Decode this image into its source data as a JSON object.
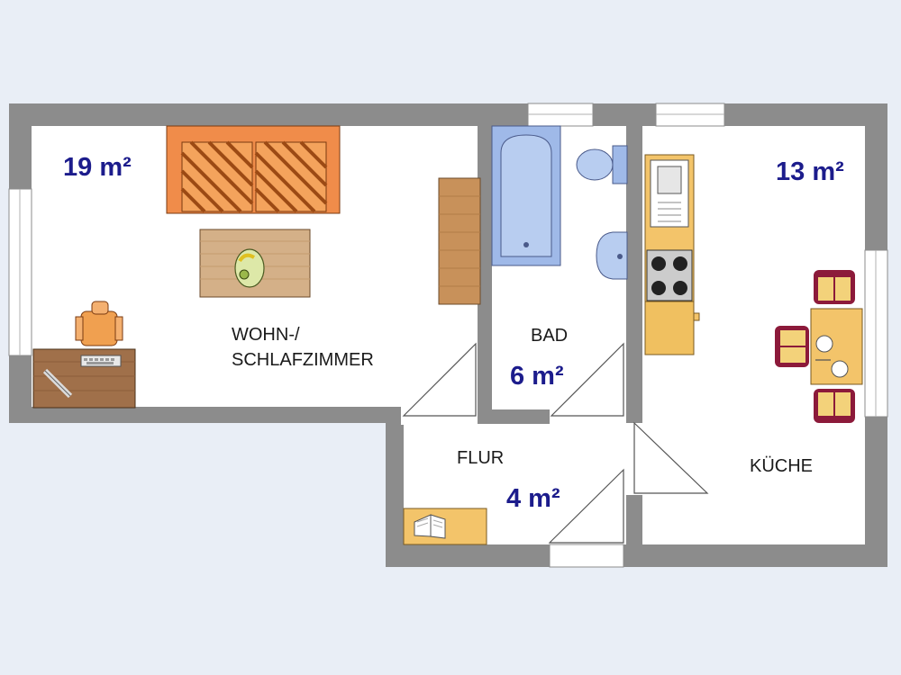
{
  "colors": {
    "background": "#e9eef6",
    "wall": "#8c8c8c",
    "floor": "#ffffff",
    "area_text": "#1c1c8c",
    "room_text": "#1a1a1a",
    "sofa": "#f08c4a",
    "wood": "#c8915a",
    "bath_blue": "#9fb9e8",
    "kitchen_counter": "#f3c46a",
    "dining_chair": "#8c1a3a",
    "dining_chair_seat": "#f3d27a"
  },
  "rooms": {
    "wohn": {
      "name_line1": "WOHN-/",
      "name_line2": "SCHLAFZIMMER",
      "area": "19 m²"
    },
    "bad": {
      "name": "BAD",
      "area": "6 m²"
    },
    "flur": {
      "name": "FLUR",
      "area": "4 m²"
    },
    "kueche": {
      "name": "KÜCHE",
      "area": "13 m²"
    }
  },
  "furniture_icons": [
    "sofa-icon",
    "coffee-table-icon",
    "fruit-bowl-icon",
    "wardrobe-icon",
    "desk-icon",
    "office-chair-icon",
    "keyboard-icon",
    "pen-icon",
    "bathtub-icon",
    "toilet-icon",
    "washbasin-icon",
    "kitchen-counter-icon",
    "sink-icon",
    "stove-icon",
    "dining-table-icon",
    "dining-chair-icon",
    "plate-icon",
    "shoe-cabinet-icon",
    "book-icon"
  ]
}
